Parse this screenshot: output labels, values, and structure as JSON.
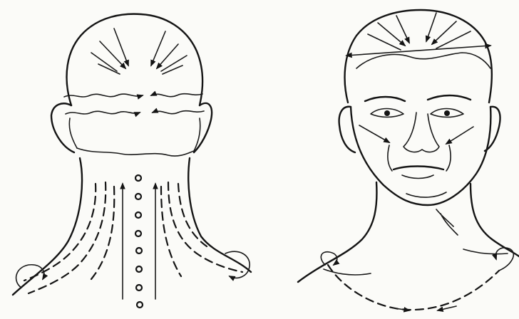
{
  "figure": {
    "panels": [
      {
        "view": "back-of-head-and-neck",
        "icon": "massage-lines-back-view"
      },
      {
        "view": "front-of-face-and-neck",
        "icon": "massage-lines-front-view"
      }
    ],
    "colors": {
      "ink": "#141414",
      "paper": "#fbfbf8"
    }
  }
}
